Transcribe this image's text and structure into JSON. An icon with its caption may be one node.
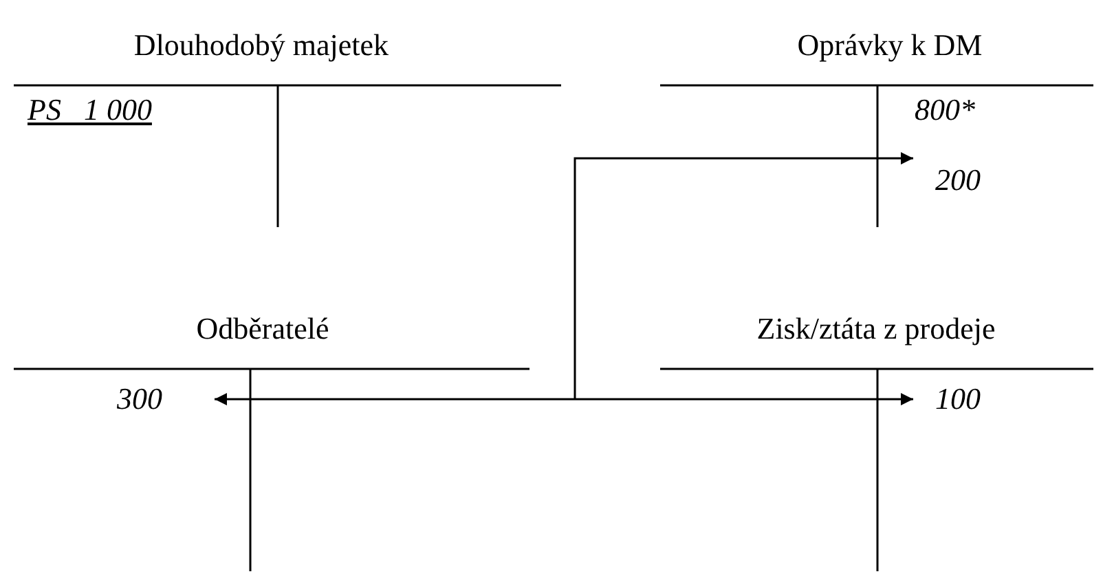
{
  "diagram": {
    "nodes": [
      {
        "text": [
          "Dlouhodobý majetek"
        ]
      },
      {
        "text": [
          "Oprávky k DM"
        ]
      },
      {
        "text": [
          "Odběratelé"
        ]
      },
      {
        "text": [
          "Zisk/ztáta z prodeje"
        ]
      },
      {
        "text": [
          "PS   1 000"
        ],
        "in": 0
      },
      {
        "text": [
          "800*"
        ],
        "in": 1
      },
      {
        "text": [
          "200"
        ],
        "in": 1
      },
      {
        "text": [
          "300"
        ],
        "in": 2
      },
      {
        "text": [
          "100"
        ],
        "in": 3
      }
    ],
    "edges": [
      {
        "from": null,
        "to": 7,
        "arrow": "to"
      },
      {
        "from": null,
        "to": 6,
        "arrow": "to"
      },
      {
        "from": null,
        "to": 8,
        "arrow": "to"
      }
    ]
  }
}
